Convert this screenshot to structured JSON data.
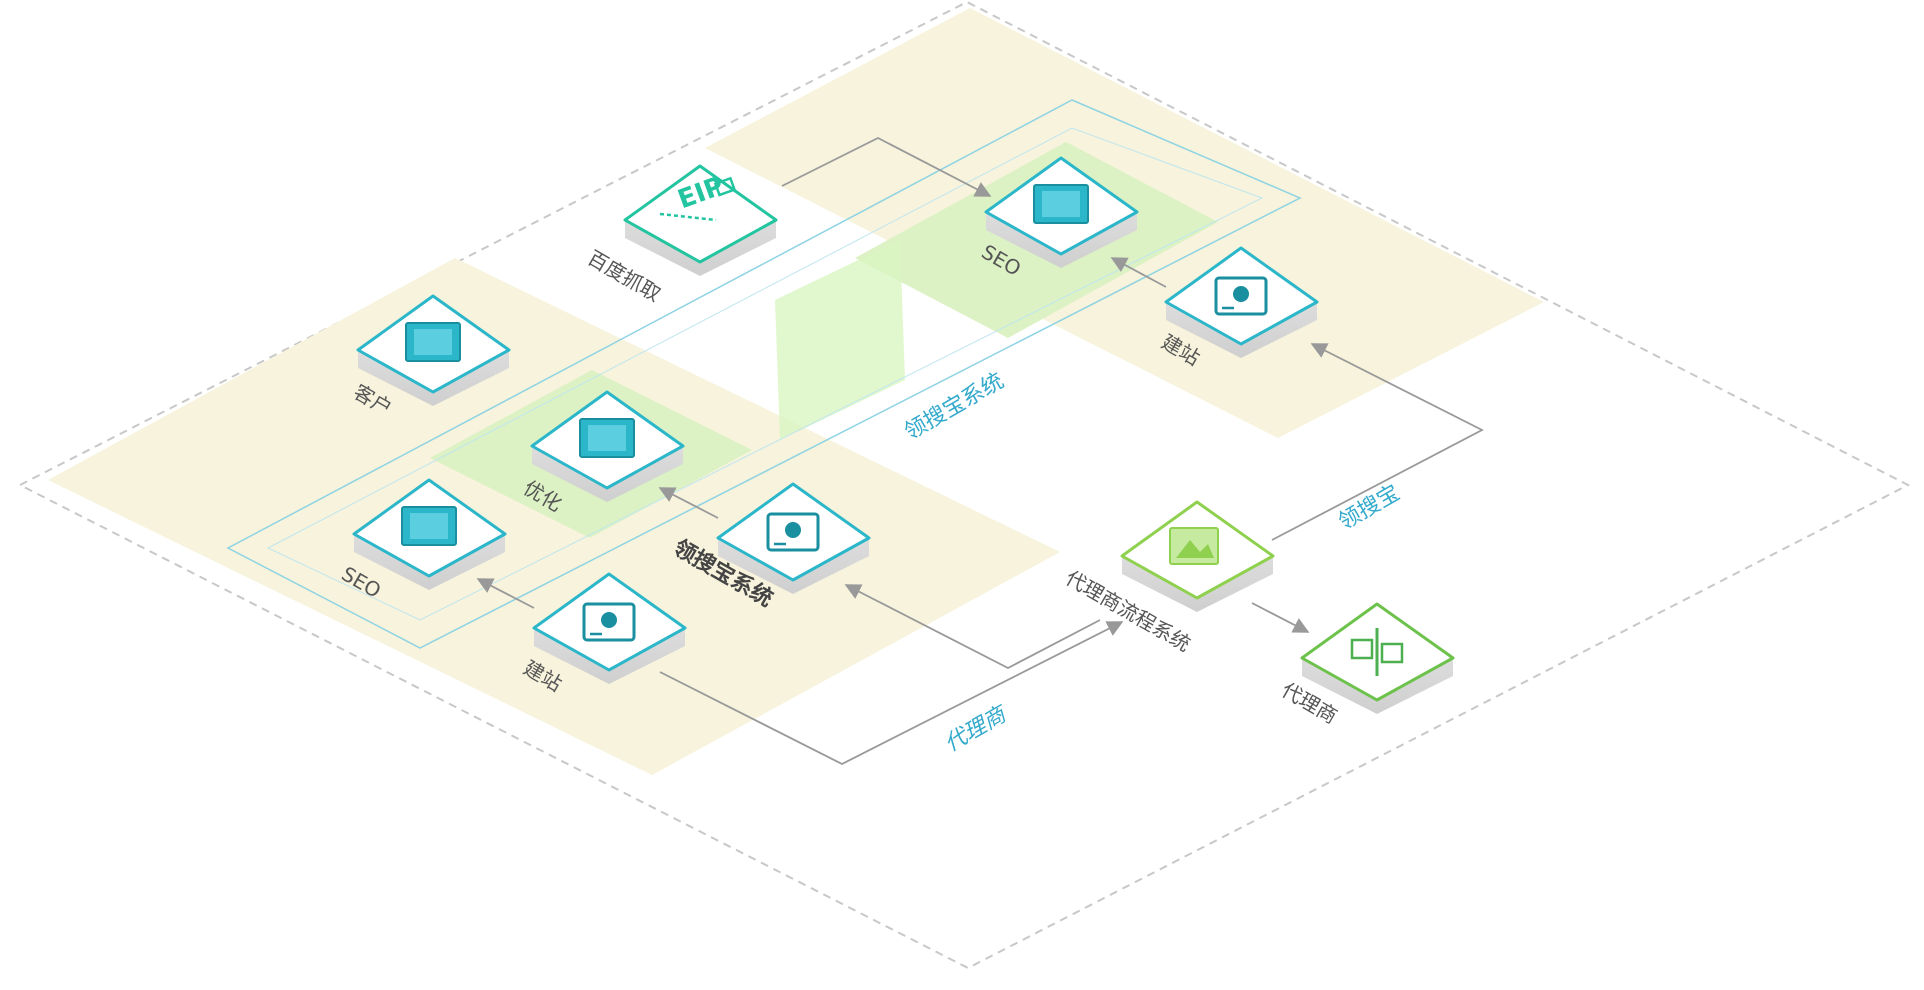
{
  "colors": {
    "accent_teal": "#2bb6c9",
    "accent_green": "#8fd14f",
    "accent_emerald": "#23c4a0",
    "zone_beige": "#f7f3dc",
    "zone_green": "#d9f5c2",
    "label_blue": "#33aacc",
    "arrow_gray": "#999999"
  },
  "nodes": {
    "baidu_crawl": {
      "label": "百度抓取",
      "icon": "eip-gateway-icon",
      "badge": "EIP"
    },
    "seo_top": {
      "label": "SEO",
      "icon": "chip-icon"
    },
    "build_site_right": {
      "label": "建站",
      "icon": "website-cloud-icon"
    },
    "customer": {
      "label": "客户",
      "icon": "chip-icon"
    },
    "optimize": {
      "label": "优化",
      "icon": "chip-icon"
    },
    "seo_left": {
      "label": "SEO",
      "icon": "chip-icon"
    },
    "lingsoubao_system_node": {
      "label": "领搜宝系统",
      "icon": "website-cloud-icon"
    },
    "build_site_left": {
      "label": "建站",
      "icon": "website-cloud-icon"
    },
    "agent_process_system": {
      "label": "代理商流程系统",
      "icon": "image-stack-icon"
    },
    "agent": {
      "label": "代理商",
      "icon": "image-compare-icon"
    }
  },
  "zone_labels": {
    "lingsoubao_system": "领搜宝系统",
    "lingsoubao": "领搜宝",
    "agent_path": "代理商"
  }
}
